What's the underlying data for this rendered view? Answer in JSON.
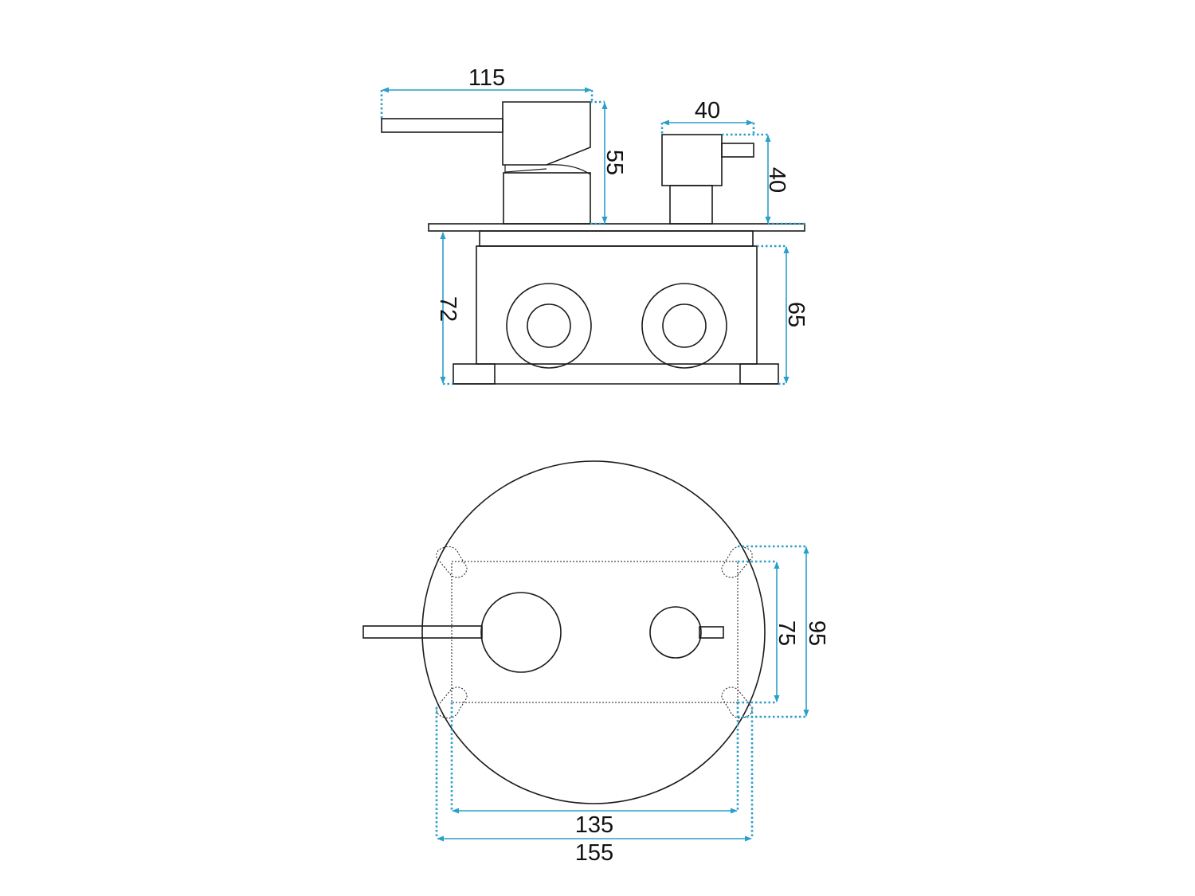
{
  "colors": {
    "outline": "#1a1a1a",
    "dimension": "#2a9fc9",
    "background": "#ffffff"
  },
  "dimensions": {
    "lever_length": "115",
    "lever_body_height": "55",
    "diverter_width": "40",
    "diverter_height": "40",
    "box_depth_total": "72",
    "box_depth": "65",
    "mount_spacing_inner": "135",
    "mount_spacing_outer": "155",
    "mount_height_inner": "75",
    "mount_height_outer": "95"
  }
}
